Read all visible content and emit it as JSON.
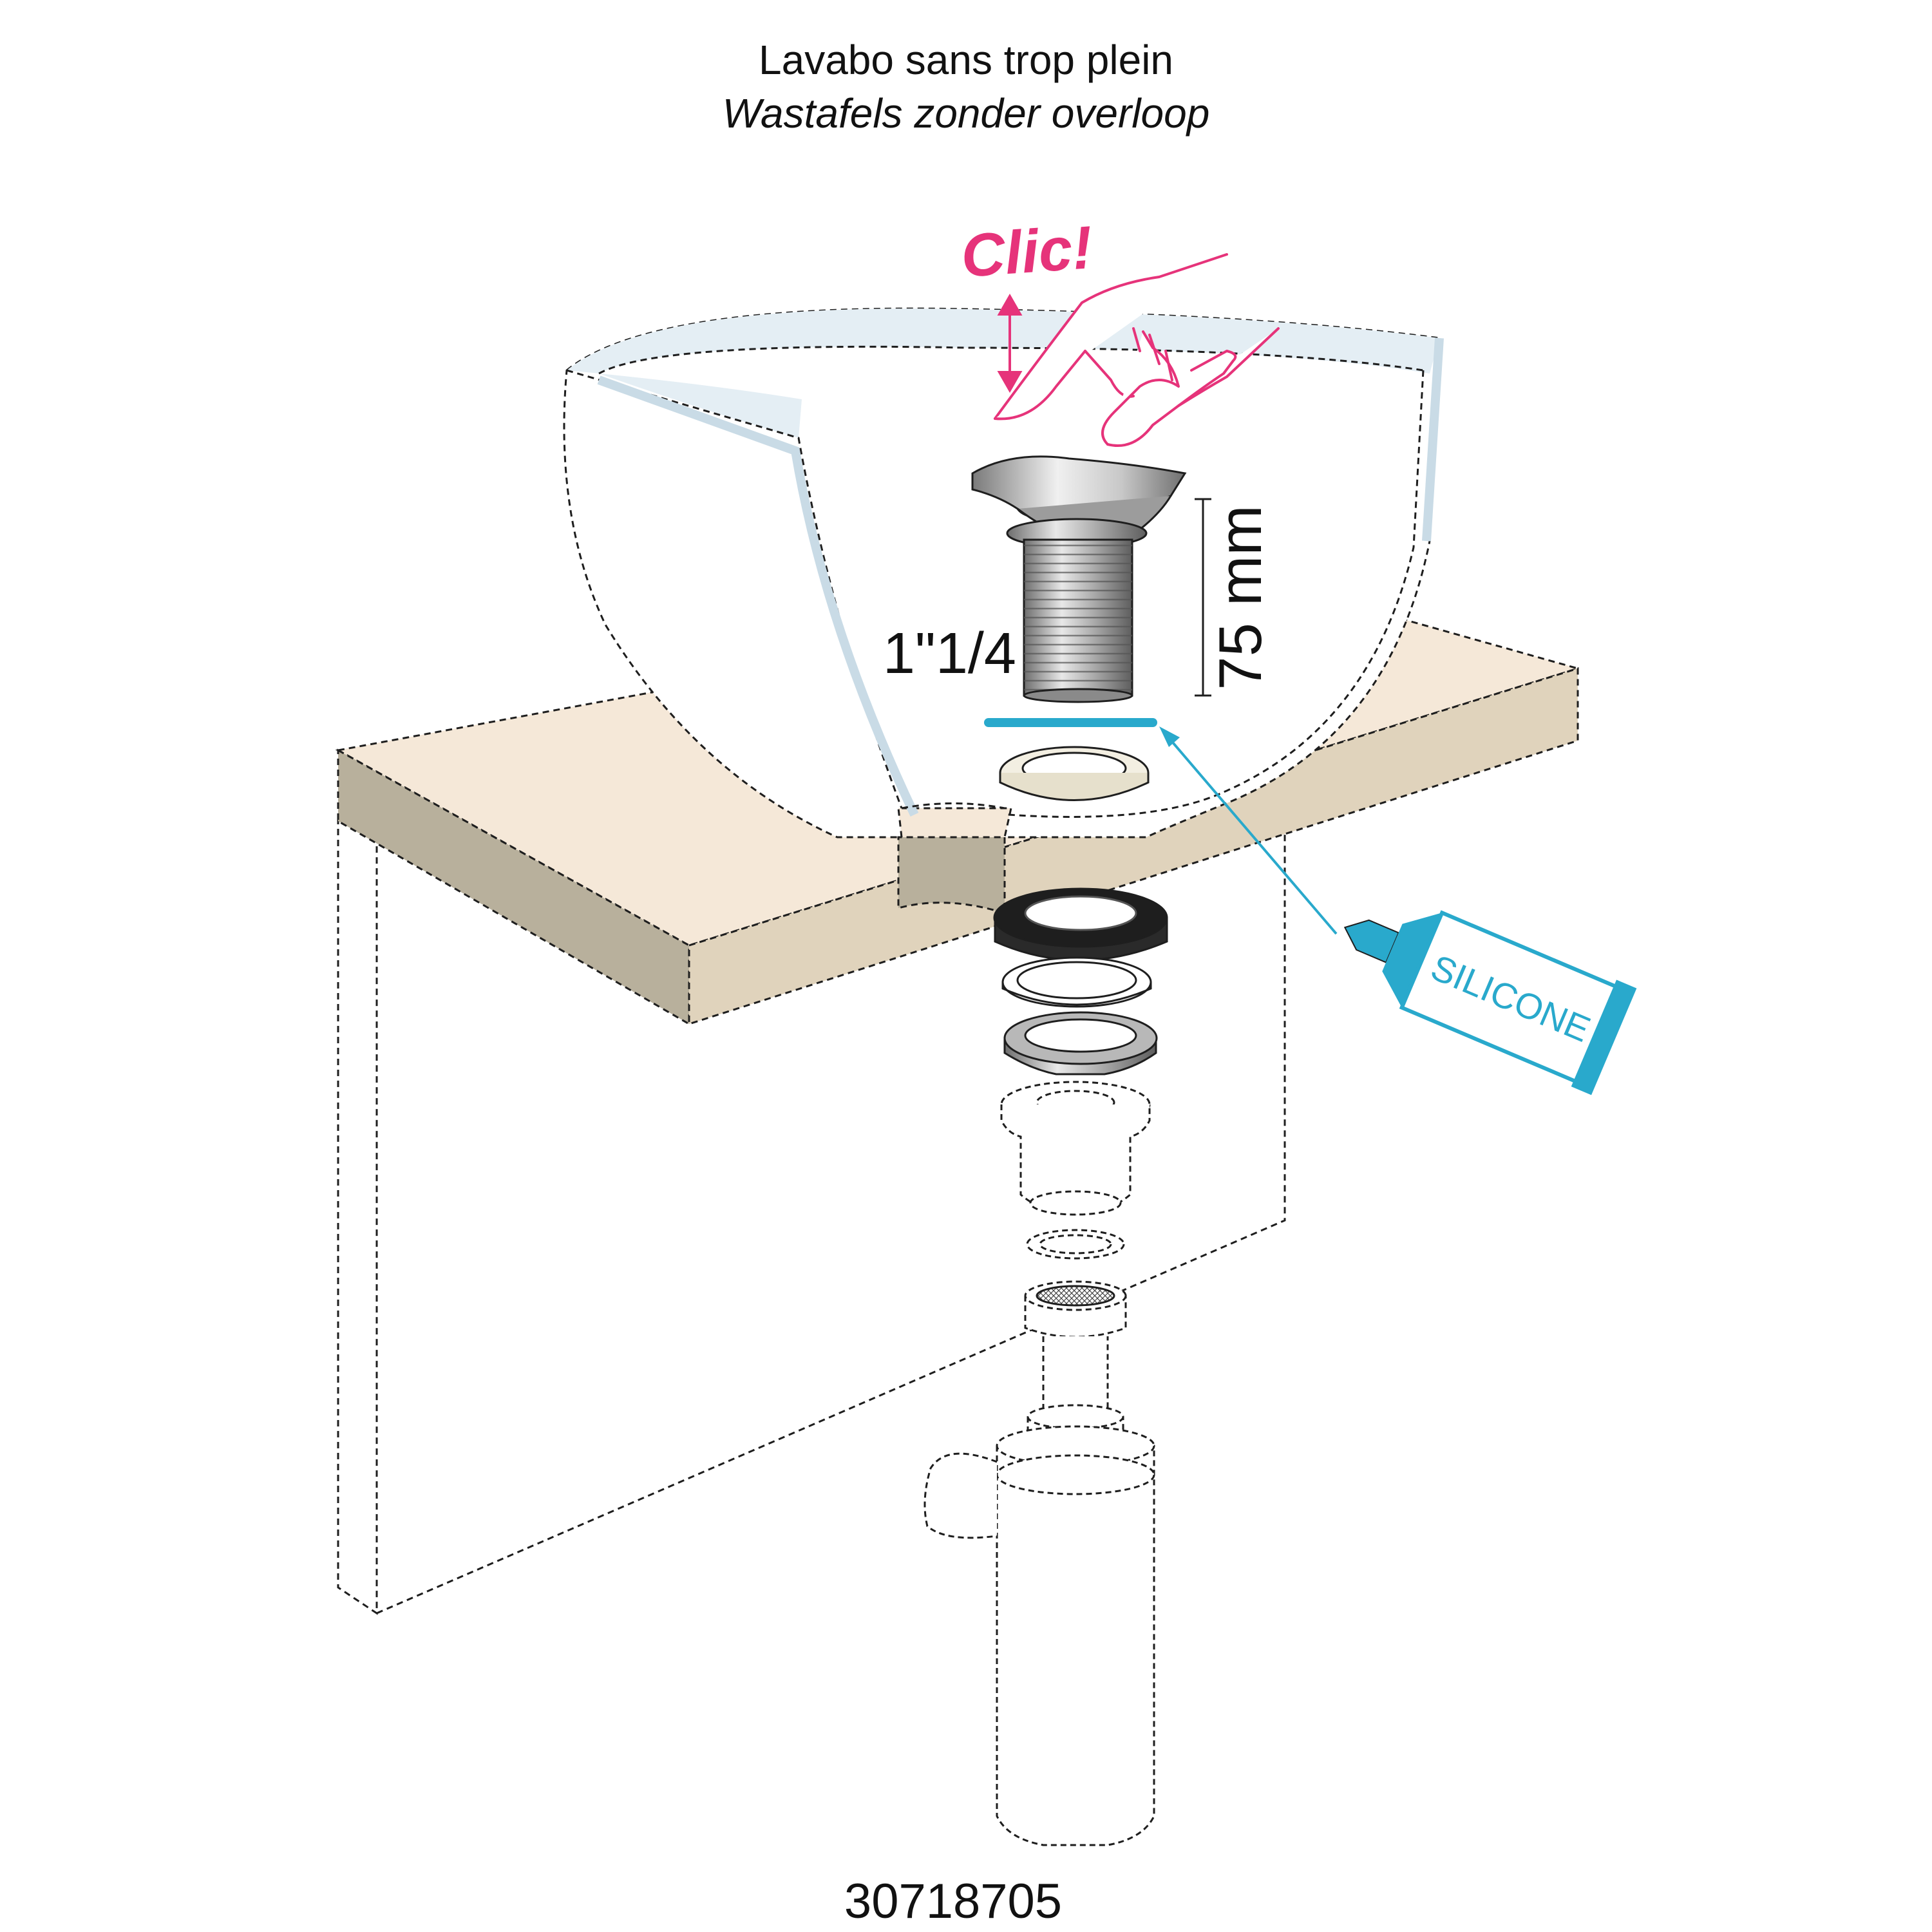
{
  "title_fr": "Lavabo sans trop plein",
  "title_nl": "Wastafels zonder overloop",
  "click_label": "Clic!",
  "thread_label": "1\"1/4",
  "height_label": "75 mm",
  "silicone_label": "SILICONE",
  "reference_number": "30718705",
  "colors": {
    "line": "#1e1e1e",
    "click_accent": "#e6337a",
    "silicone": "#29a9cc",
    "countertop_top": "#f5e8d8",
    "countertop_front": "#b8b09c",
    "countertop_right": "#e0d3bc",
    "basin_rim": "#e4eef4",
    "chrome": "#b8b8b8",
    "gasket_black": "#1e1e1e",
    "gasket_cream": "#f3efe2"
  }
}
